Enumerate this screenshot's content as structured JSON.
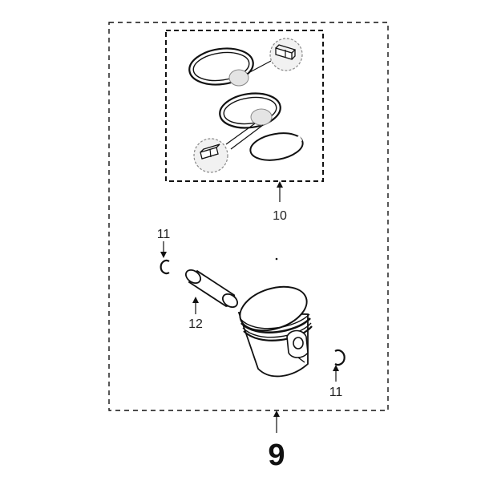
{
  "diagram": {
    "main_label": "9",
    "callouts": {
      "ring_set": "10",
      "circlip_left": "11",
      "circlip_right": "11",
      "piston_pin": "12"
    }
  },
  "colors": {
    "line": "#111111",
    "fill": "#ffffff",
    "shade": "#e4e4e4"
  }
}
